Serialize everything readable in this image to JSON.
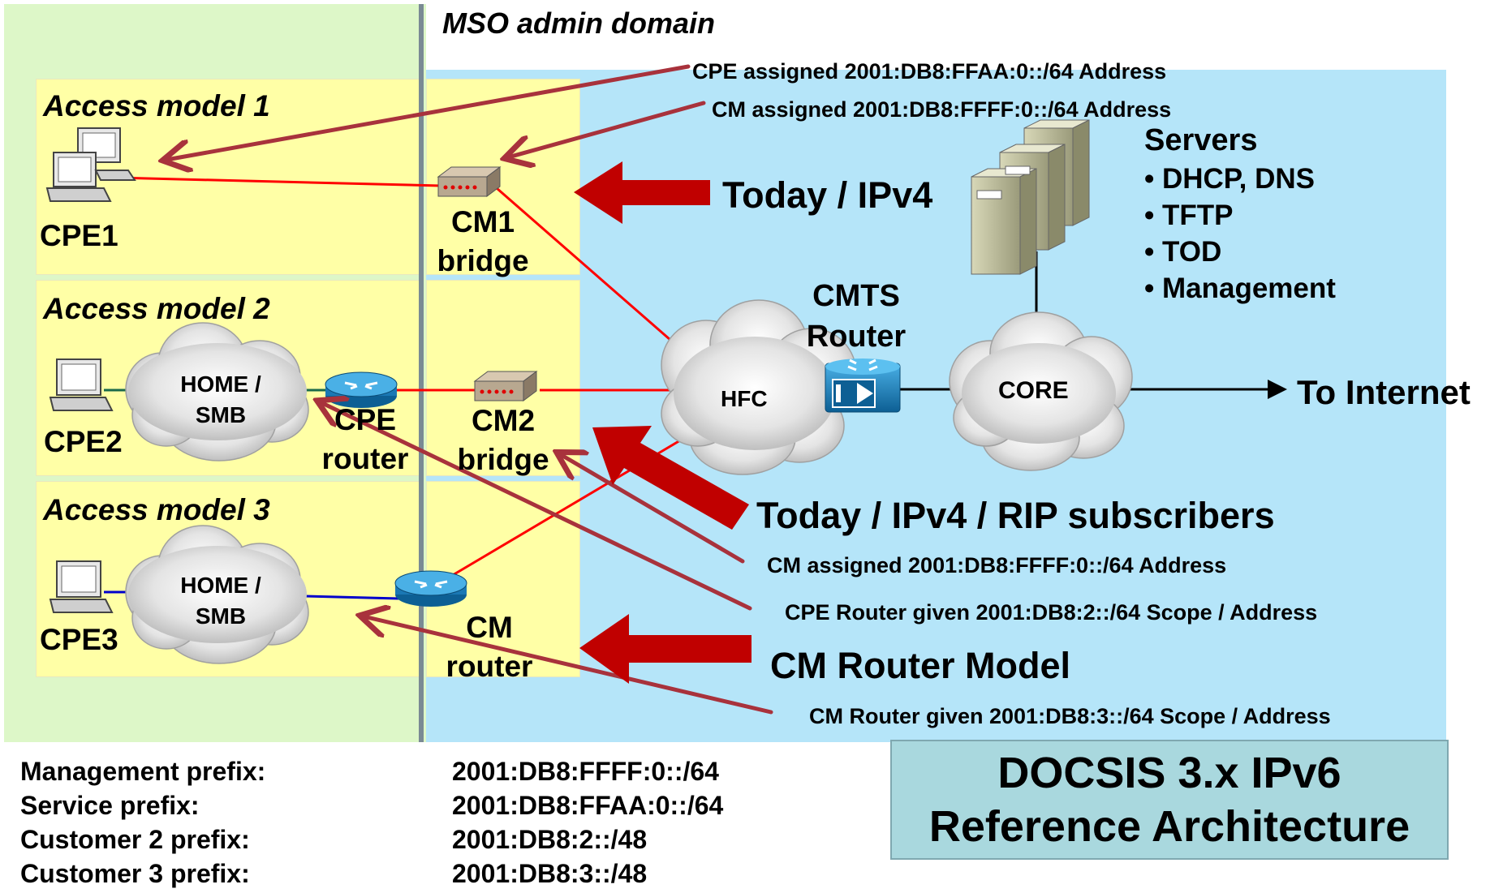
{
  "header": {
    "mso_domain": "MSO admin domain"
  },
  "access_models": [
    {
      "title": "Access model 1",
      "cpe": "CPE1",
      "device_line1": "CM1",
      "device_line2": "bridge"
    },
    {
      "title": "Access model 2",
      "cpe": "CPE2",
      "device_line1": "CM2",
      "device_line2": "bridge",
      "router_line1": "CPE",
      "router_line2": "router",
      "cloud_line1": "HOME /",
      "cloud_line2": "SMB"
    },
    {
      "title": "Access model 3",
      "cpe": "CPE3",
      "device_line1": "CM",
      "device_line2": "router",
      "cloud_line1": "HOME /",
      "cloud_line2": "SMB"
    }
  ],
  "network": {
    "hfc": "HFC",
    "core": "CORE",
    "cmts_line1": "CMTS",
    "cmts_line2": "Router",
    "internet": "To Internet"
  },
  "servers": {
    "title": "Servers",
    "items": [
      "DHCP, DNS",
      "TFTP",
      "TOD",
      "Management"
    ]
  },
  "annotations": {
    "cpe_assigned": "CPE assigned  2001:DB8:FFAA:0::/64  Address",
    "cm_assigned_top": "CM assigned  2001:DB8:FFFF:0::/64  Address",
    "today_ipv4": "Today / IPv4",
    "today_rip": "Today / IPv4 / RIP subscribers",
    "cm_assigned_mid": "CM assigned  2001:DB8:FFFF:0::/64  Address",
    "cpe_router_given": "CPE Router given 2001:DB8:2::/64  Scope / Address",
    "cm_router_model": "CM Router Model",
    "cm_router_given": "CM Router given 2001:DB8:3::/64  Scope / Address"
  },
  "prefixes": [
    {
      "label": "Management prefix:",
      "value": "2001:DB8:FFFF:0::/64"
    },
    {
      "label": "Service prefix:",
      "value": "2001:DB8:FFAA:0::/64"
    },
    {
      "label": "Customer 2 prefix:",
      "value": "2001:DB8:2::/48"
    },
    {
      "label": "Customer 3 prefix:",
      "value": "2001:DB8:3::/48"
    }
  ],
  "title": {
    "line1": "DOCSIS 3.x IPv6",
    "line2": "Reference Architecture"
  },
  "colors": {
    "red_link": "#ff0000",
    "arrow_maroon": "#a8323c",
    "big_arrow": "#c00000",
    "green_zone": "#ddf7c8",
    "blue_zone": "#b5e5f9",
    "yellow_box": "#ffffa6",
    "title_box": "#a9d8de"
  }
}
